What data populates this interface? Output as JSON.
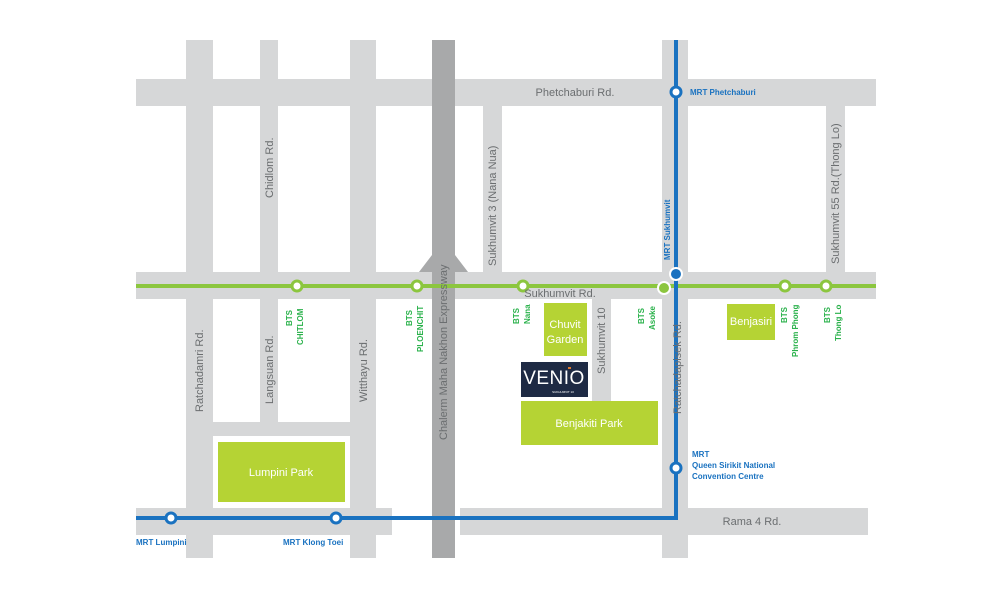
{
  "colors": {
    "background": "#ffffff",
    "road": "#d6d7d8",
    "expressway": "#a8a9aa",
    "bts_line": "#8cc63f",
    "bts_text": "#2bb24c",
    "mrt_line": "#1a72c0",
    "park": "#b5d334",
    "project": "#1e2a44"
  },
  "roads": {
    "phetchaburi": "Phetchaburi Rd.",
    "chidlom": "Chidlom Rd.",
    "sukhumvit_3": "Sukhumvit 3 (Nana Nua)",
    "sukhumvit_55": "Sukhumvit 55 Rd.(Thong Lo)",
    "sukhumvit": "Sukhumvit Rd.",
    "sukhumvit_10": "Sukhumvit 10",
    "ratchadamri": "Ratchadamri Rd.",
    "langsuan": "Langsuan Rd.",
    "witthayu": "Witthayu Rd.",
    "expressway": "Chalerm Maha Nakhon Expressway",
    "ratchadapisek": "Ratchadapisek Rd.",
    "rama4": "Rama 4 Rd."
  },
  "bts_stations": [
    {
      "line": "BTS",
      "name": "CHITLOM"
    },
    {
      "line": "BTS",
      "name": "PLOENCHIT"
    },
    {
      "line": "BTS",
      "name": "Nana"
    },
    {
      "line": "BTS",
      "name": "Asoke"
    },
    {
      "line": "BTS",
      "name": "Phrom Phong"
    },
    {
      "line": "BTS",
      "name": "Thong Lo"
    }
  ],
  "mrt_stations": {
    "phetchaburi": "MRT Phetchaburi",
    "sukhumvit": "MRT Sukhumvit",
    "qsncc_line": "MRT",
    "qsncc_name_1": "Queen Sirikit National",
    "qsncc_name_2": "Convention Centre",
    "lumpini": "MRT Lumpini",
    "klong_toei": "MRT Klong Toei"
  },
  "parks": {
    "chuvit_1": "Chuvit",
    "chuvit_2": "Garden",
    "benjakiti": "Benjakiti Park",
    "benjasiri": "Benjasiri",
    "lumpini": "Lumpini Park"
  },
  "project": {
    "logo": "VENIO",
    "sub": "SUKHUMVIT 10"
  }
}
